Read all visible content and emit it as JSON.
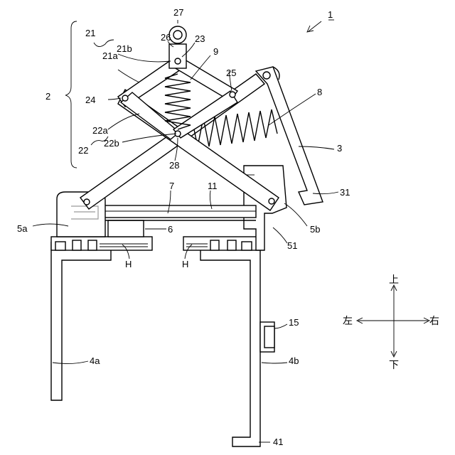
{
  "figure": {
    "ref_main": "1",
    "labels": {
      "l27": "27",
      "l26": "26",
      "l23": "23",
      "l21": "21",
      "l21b": "21b",
      "l21a": "21a",
      "l9": "9",
      "l25": "25",
      "l8": "8",
      "l2": "2",
      "l24": "24",
      "l22a": "22a",
      "l22": "22",
      "l22b": "22b",
      "l28": "28",
      "l3": "3",
      "l31": "31",
      "l7": "7",
      "l11": "11",
      "l5a": "5a",
      "l6": "6",
      "l5b": "5b",
      "l51": "51",
      "lH1": "H",
      "lH2": "H",
      "l15": "15",
      "l4a": "4a",
      "l4b": "4b",
      "l41": "41"
    },
    "directions": {
      "up": "上",
      "down": "下",
      "left": "左",
      "right": "右"
    }
  }
}
